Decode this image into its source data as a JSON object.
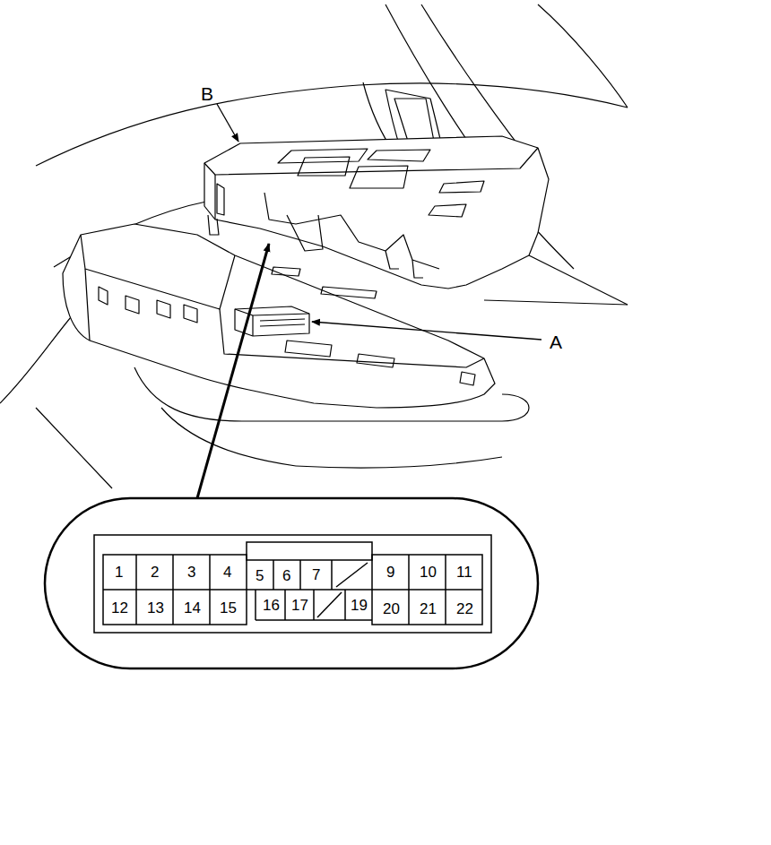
{
  "diagram": {
    "labels": [
      "B",
      "A",
      "1",
      "2",
      "3",
      "4",
      "5",
      "6",
      "7",
      "9",
      "10",
      "11",
      "12",
      "13",
      "14",
      "15",
      "16",
      "17",
      "19",
      "20",
      "21",
      "22"
    ]
  }
}
